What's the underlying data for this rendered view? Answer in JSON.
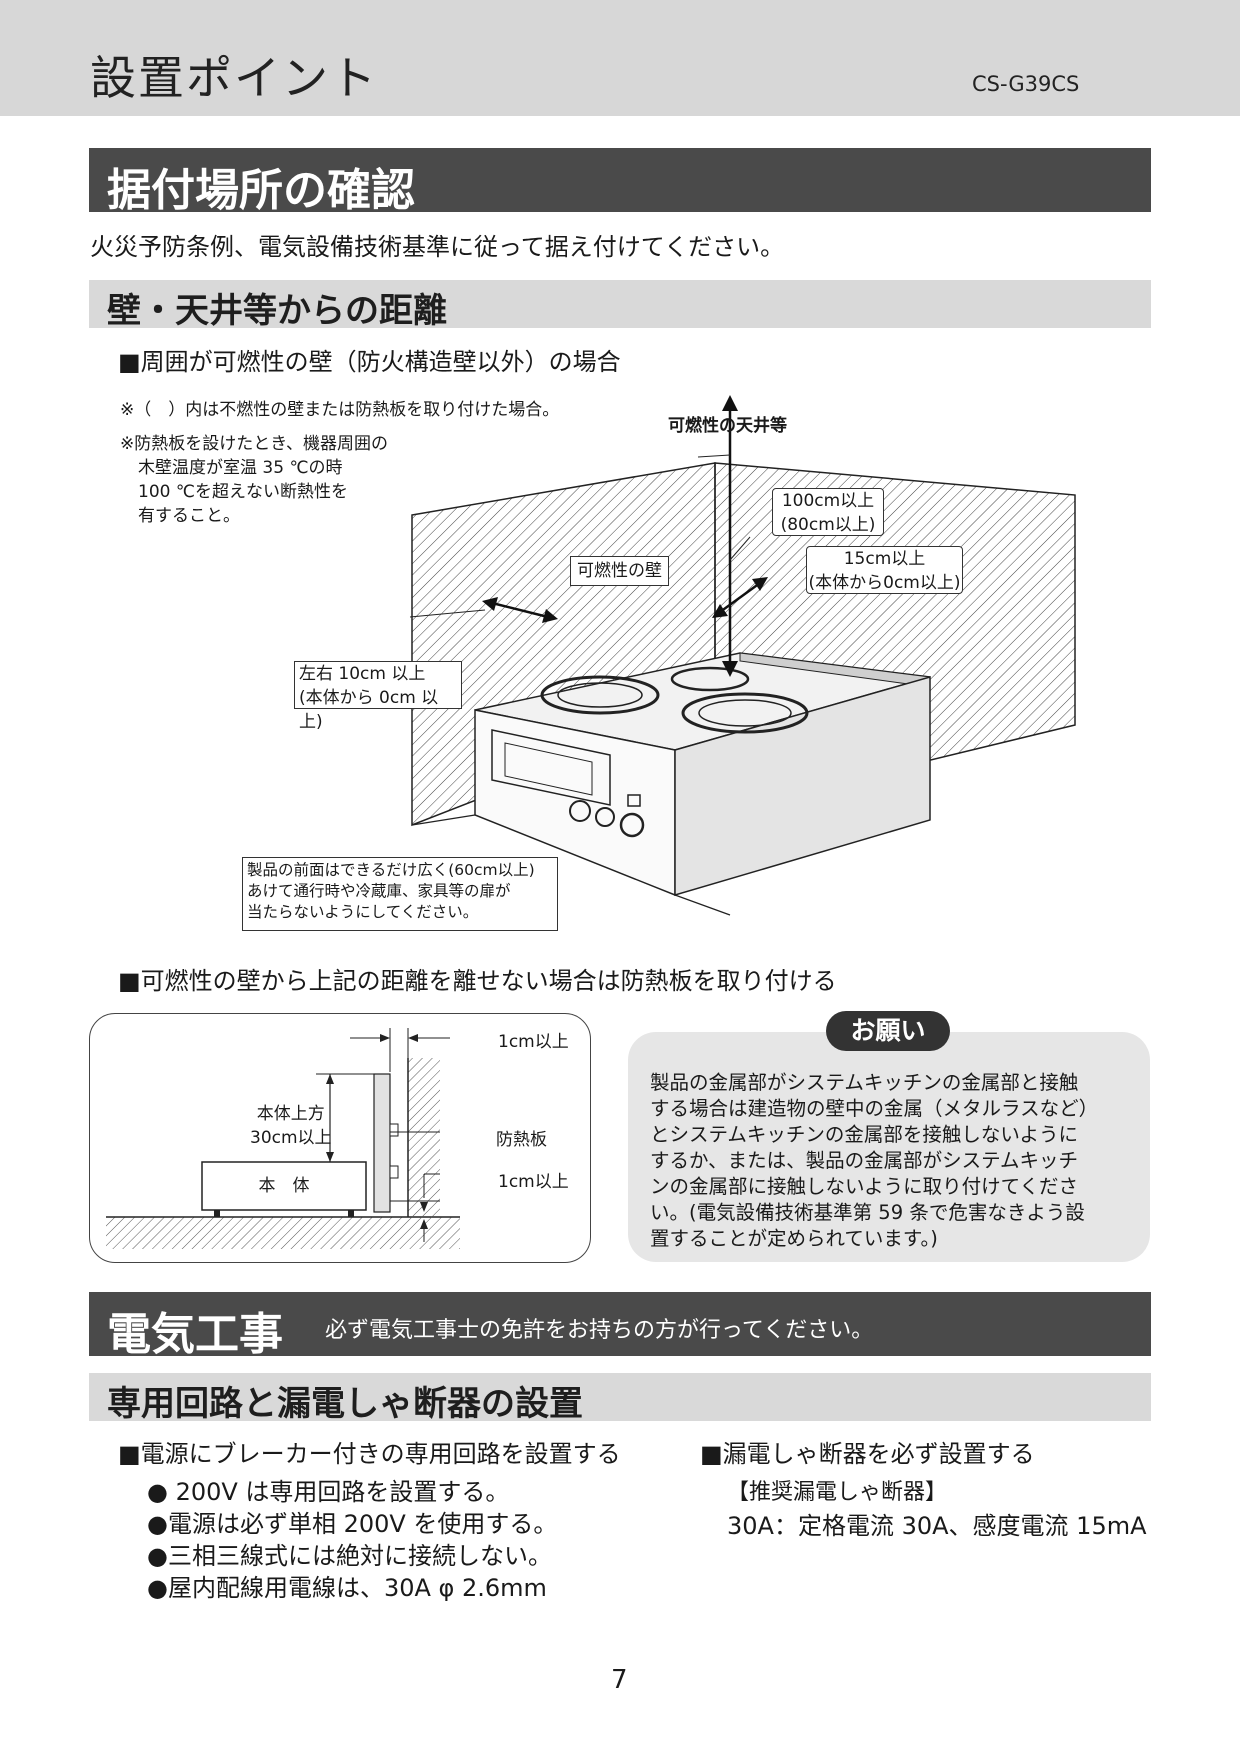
{
  "header": {
    "title": "設置ポイント",
    "model": "CS-G39CS"
  },
  "section1": {
    "title": "据付場所の確認",
    "lead": "火災予防条例、電気設備技術基準に従って据え付けてください。",
    "sub_title": "壁・天井等からの距離",
    "case1_heading": "■周囲が可燃性の壁（防火構造壁以外）の場合",
    "note1": "※（　）内は不燃性の壁または防熱板を取り付けた場合。",
    "note2": [
      "※防熱板を設けたとき、機器周囲の",
      "木壁温度が室温 35 ℃の時",
      "100 ℃を超えない断熱性を",
      "有すること。"
    ],
    "labels": {
      "ceiling": "可燃性の天井等",
      "above_1": "100cm以上",
      "above_2": "(80cm以上)",
      "wall": "可燃性の壁",
      "back_1": "15cm以上",
      "back_2": "(本体から0cm以上)",
      "side_1": "左右 10cm 以上",
      "side_2": "(本体から 0cm 以上)",
      "front": [
        "製品の前面はできるだけ広く(60cm以上)",
        "あけて通行時や冷蔵庫、家具等の扉が",
        "当たらないようにしてください。"
      ]
    },
    "case2_heading": "■可燃性の壁から上記の距離を離せない場合は防熱板を取り付ける",
    "diagram2": {
      "gap_top": "1cm以上",
      "above_label_1": "本体上方",
      "above_label_2": "30cm以上",
      "plate": "防熱板",
      "body": "本　体",
      "gap_bottom": "1cm以上"
    },
    "request": {
      "badge": "お願い",
      "lines": [
        "製品の金属部がシステムキッチンの金属部と接触",
        "する場合は建造物の壁中の金属（メタルラスなど）",
        "とシステムキッチンの金属部を接触しないように",
        "するか、または、製品の金属部がシステムキッチ",
        "ンの金属部に接触しないように取り付けてくださ",
        "い。(電気設備技術基準第 59 条で危害なきよう設",
        "置することが定められています。)"
      ]
    }
  },
  "section2": {
    "title": "電気工事",
    "note": "必ず電気工事士の免許をお持ちの方が行ってください。",
    "sub_title": "専用回路と漏電しゃ断器の設置",
    "left_heading": "■電源にブレーカー付きの専用回路を設置する",
    "bullets": [
      "● 200V は専用回路を設置する。",
      "●電源は必ず単相 200V を使用する。",
      "●三相三線式には絶対に接続しない。",
      "●屋内配線用電線は、30A φ 2.6mm"
    ],
    "right_heading": "■漏電しゃ断器を必ず設置する",
    "recommend_title": "【推奨漏電しゃ断器】",
    "recommend_value": "30A：定格電流 30A、感度電流 15mA"
  },
  "footer": {
    "page": "7"
  }
}
